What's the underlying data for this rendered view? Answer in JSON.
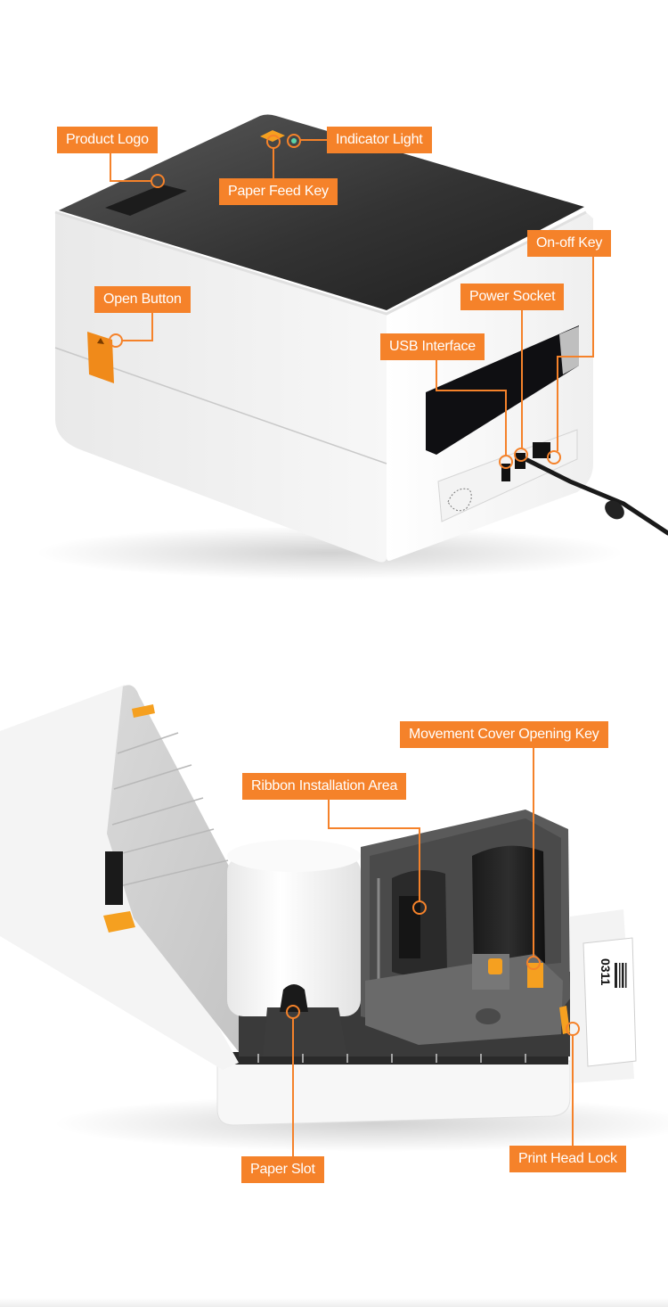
{
  "colors": {
    "accent": "#f5822a",
    "callout_text": "#ffffff",
    "printer_body": "#f4f4f4",
    "printer_top": "#3a3a3a",
    "mechanism": "#5b5b5b",
    "background": "#ffffff"
  },
  "top_printer": {
    "callouts": [
      {
        "id": "product-logo",
        "label": "Product Logo"
      },
      {
        "id": "indicator-light",
        "label": "Indicator Light"
      },
      {
        "id": "paper-feed-key",
        "label": "Paper Feed Key"
      },
      {
        "id": "on-off-key",
        "label": "On-off Key"
      },
      {
        "id": "open-button",
        "label": "Open Button"
      },
      {
        "id": "power-socket",
        "label": "Power Socket"
      },
      {
        "id": "usb-interface",
        "label": "USB Interface"
      }
    ]
  },
  "bottom_printer": {
    "callouts": [
      {
        "id": "movement-cover-opening-key",
        "label": "Movement Cover Opening Key"
      },
      {
        "id": "ribbon-installation-area",
        "label": "Ribbon Installation Area"
      },
      {
        "id": "paper-slot",
        "label": "Paper Slot"
      },
      {
        "id": "print-head-lock",
        "label": "Print Head Lock"
      }
    ],
    "label_number": "0311"
  }
}
